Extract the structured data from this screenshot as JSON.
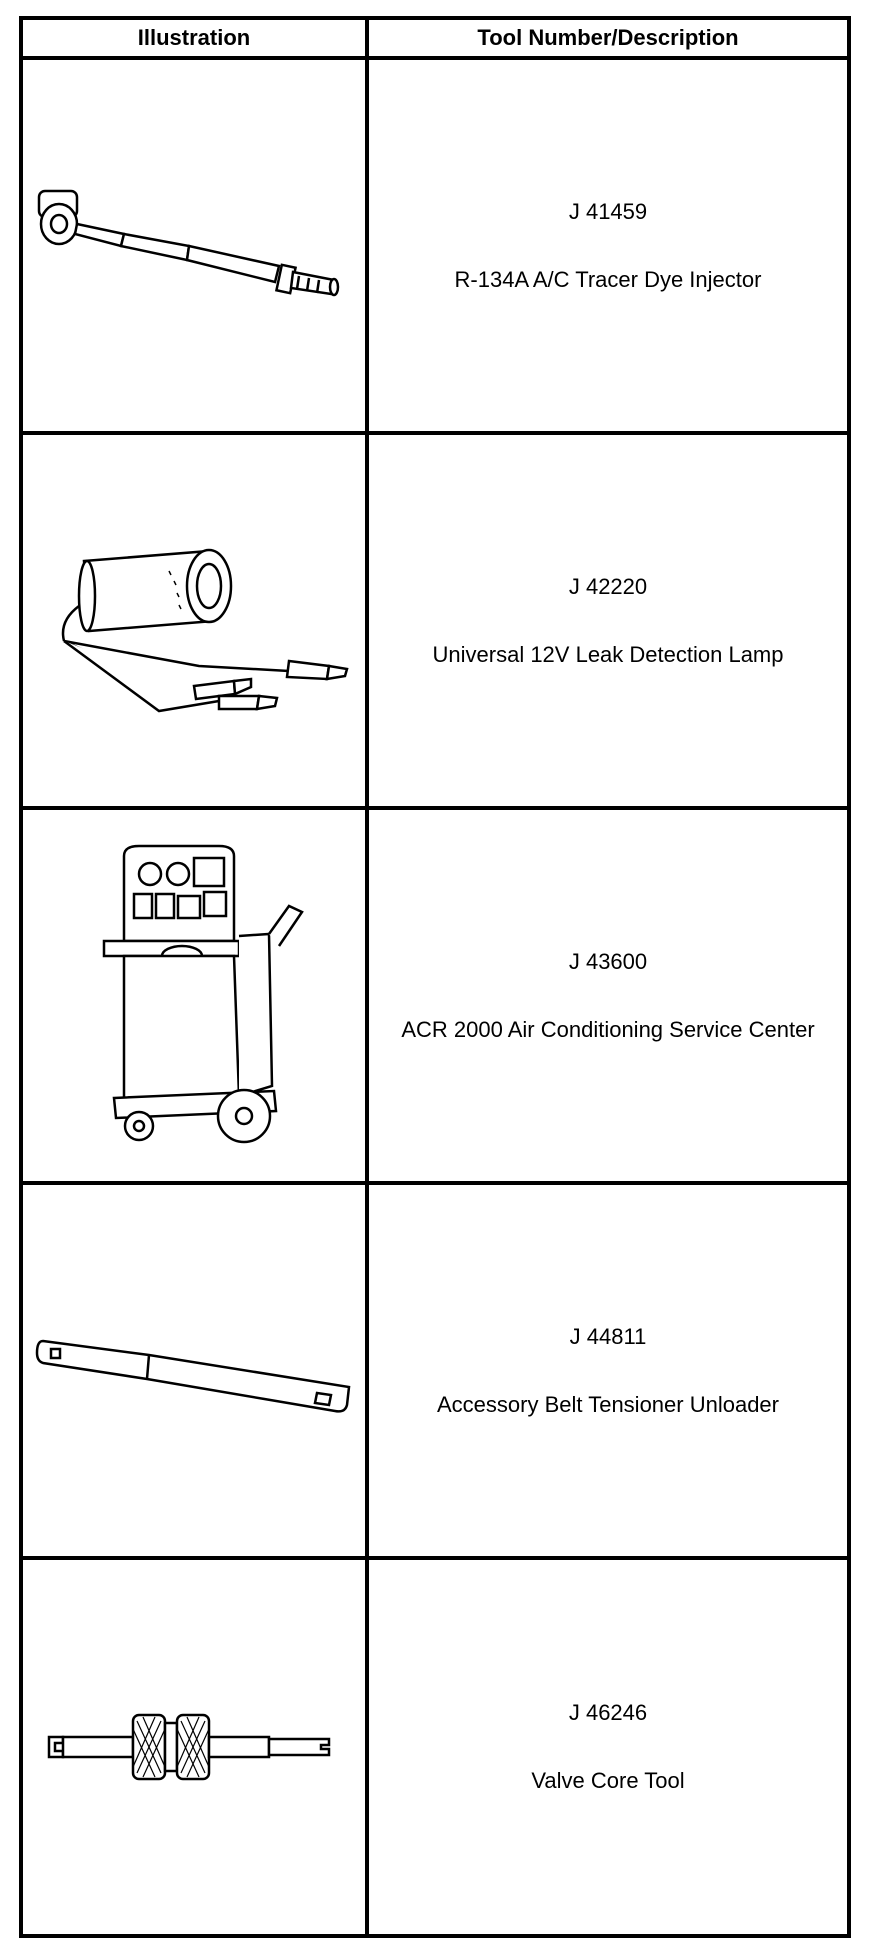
{
  "table": {
    "headers": {
      "illustration": "Illustration",
      "description": "Tool Number/Description"
    },
    "rows": [
      {
        "icon": "tracer-dye-injector-icon",
        "number": "J 41459",
        "description": "R-134A A/C Tracer Dye Injector"
      },
      {
        "icon": "leak-detection-lamp-icon",
        "number": "J 42220",
        "description": "Universal 12V Leak Detection Lamp"
      },
      {
        "icon": "ac-service-center-icon",
        "number": "J 43600",
        "description": "ACR 2000 Air Conditioning Service Center"
      },
      {
        "icon": "belt-tensioner-unloader-icon",
        "number": "J 44811",
        "description": "Accessory Belt Tensioner Unloader"
      },
      {
        "icon": "valve-core-tool-icon",
        "number": "J 46246",
        "description": "Valve Core Tool"
      }
    ]
  }
}
